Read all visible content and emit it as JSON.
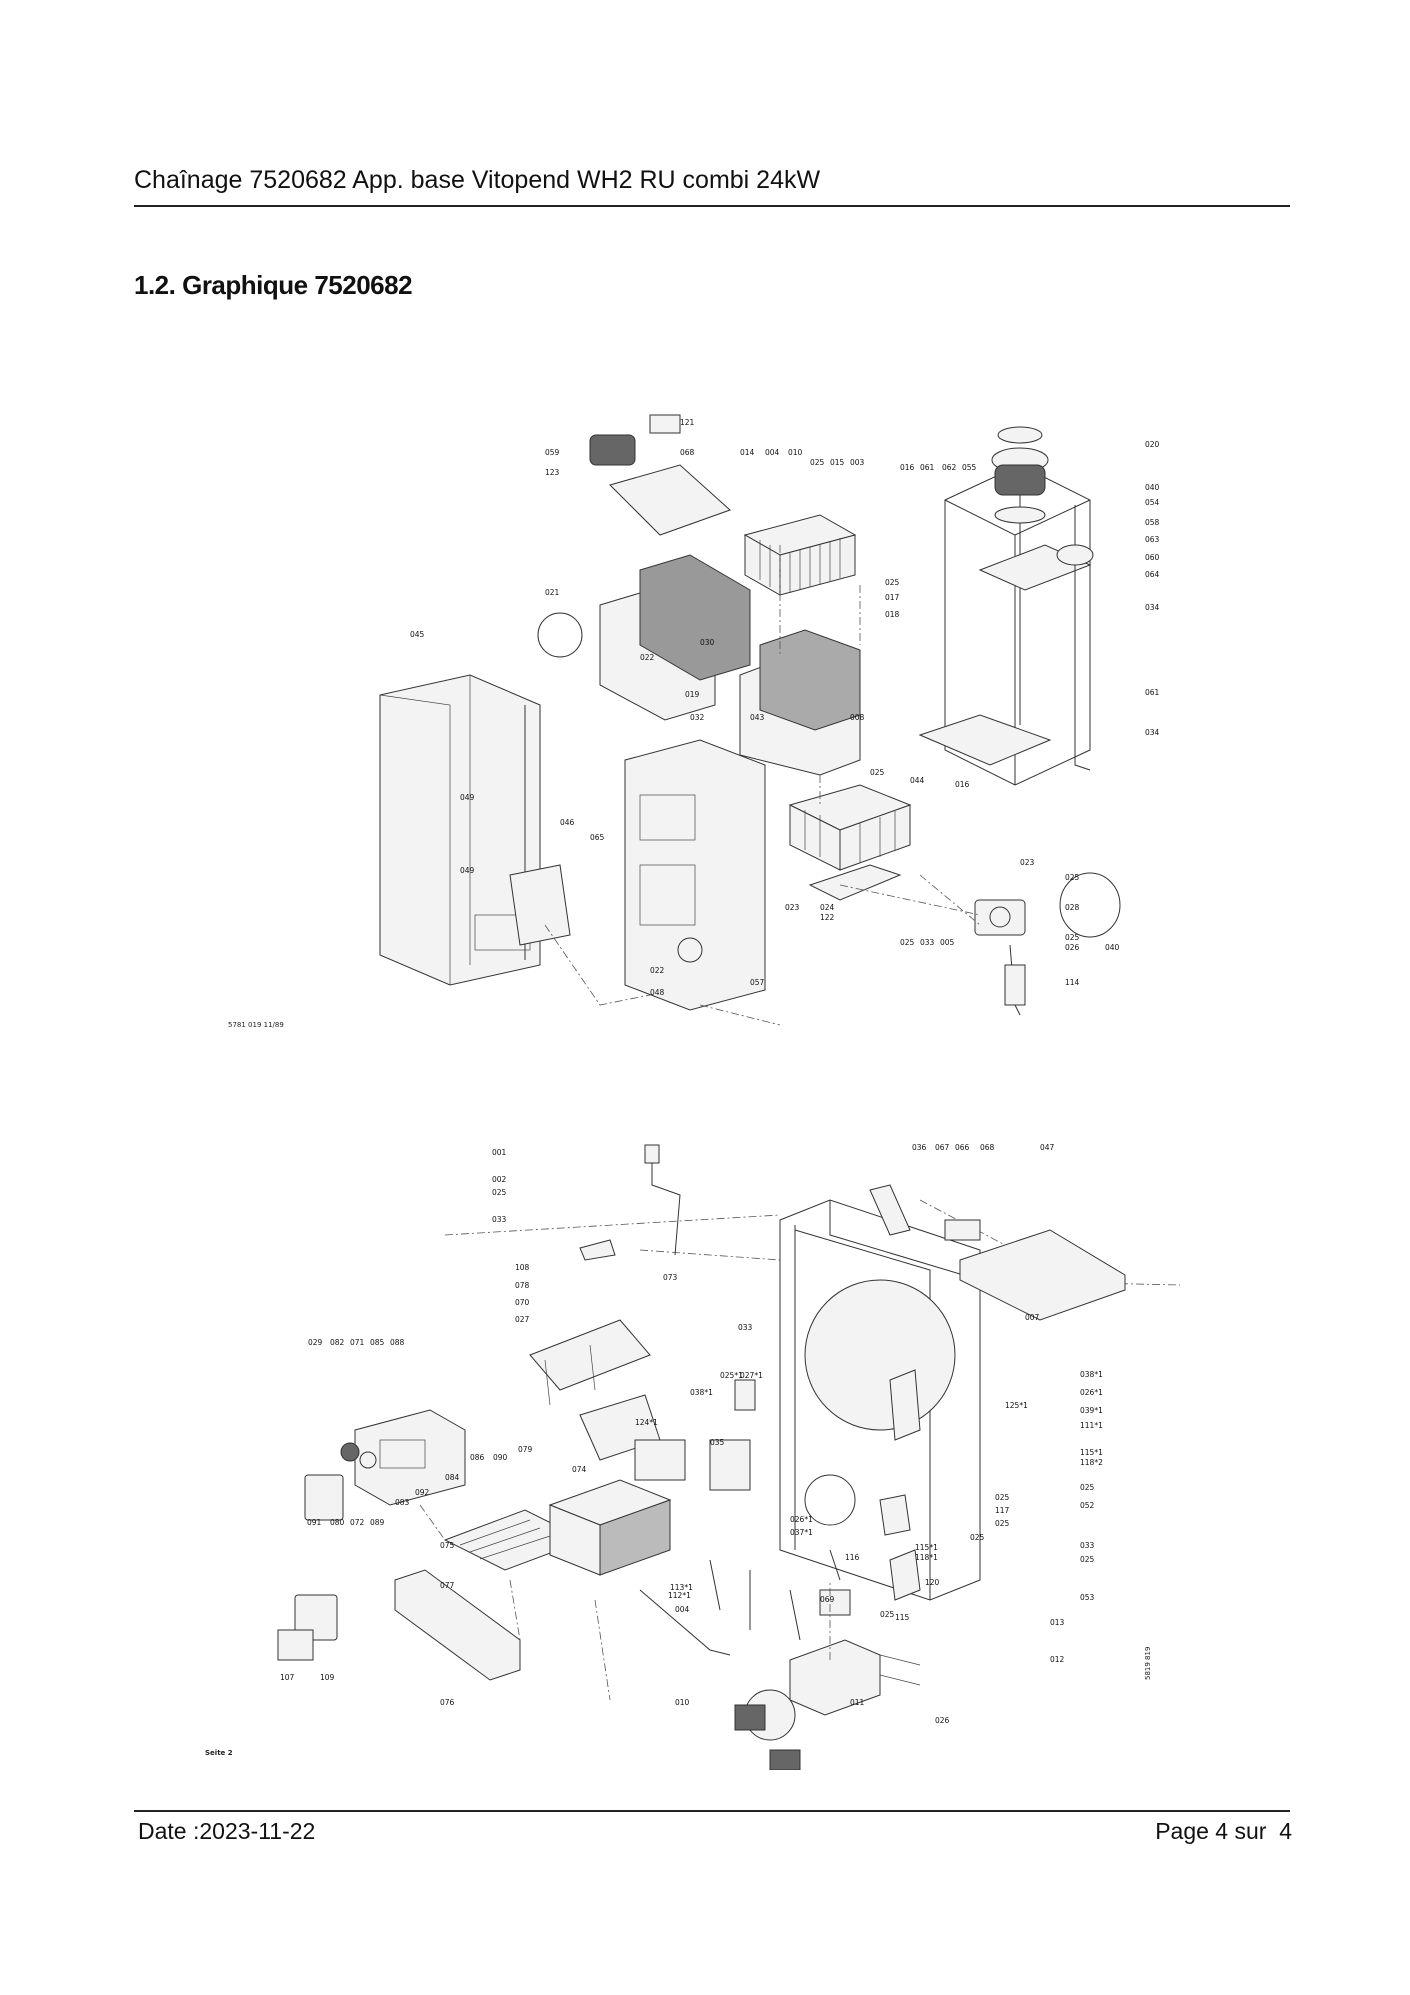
{
  "header": {
    "title": "Chaînage 7520682 App. base Vitopend WH2 RU combi 24kW"
  },
  "section": {
    "title": "1.2. Graphique 7520682"
  },
  "diagram_top": {
    "caption": "5781 019    11/89",
    "labels": [
      "121",
      "059",
      "068",
      "123",
      "014",
      "004",
      "010",
      "025",
      "015",
      "003",
      "020",
      "016",
      "061",
      "062",
      "055",
      "040",
      "054",
      "058",
      "063",
      "060",
      "064",
      "034",
      "021",
      "030",
      "025",
      "017",
      "018",
      "022",
      "019",
      "045",
      "032",
      "043",
      "008",
      "061",
      "034",
      "049",
      "046",
      "065",
      "025",
      "044",
      "016",
      "023",
      "049",
      "022",
      "057",
      "048",
      "023",
      "024",
      "122",
      "025",
      "033",
      "005",
      "025",
      "028",
      "025",
      "026",
      "114",
      "040"
    ]
  },
  "diagram_bottom": {
    "caption": "Seite 2",
    "side_code": "5819 819",
    "labels": [
      "001",
      "002",
      "025",
      "033",
      "036",
      "067",
      "066",
      "068",
      "047",
      "108",
      "078",
      "070",
      "027",
      "073",
      "033",
      "007",
      "029",
      "082",
      "071",
      "085",
      "088",
      "074",
      "124*1",
      "038*1",
      "025*1",
      "027*1",
      "038*1",
      "026*1",
      "039*1",
      "111*1",
      "125*1",
      "035",
      "115*1",
      "118*2",
      "091",
      "080",
      "072",
      "089",
      "083",
      "092",
      "084",
      "086",
      "090",
      "079",
      "025",
      "052",
      "075",
      "025",
      "117",
      "025",
      "033",
      "025",
      "113*1",
      "116",
      "115*1",
      "118*1",
      "025",
      "120",
      "053",
      "077",
      "112*1",
      "069",
      "004",
      "025",
      "013",
      "107",
      "109",
      "076",
      "010",
      "011",
      "012",
      "026",
      "037*1",
      "026*1",
      "115"
    ]
  },
  "footer": {
    "date": "Date :2023-11-22",
    "page": "Page 4 sur  4"
  }
}
